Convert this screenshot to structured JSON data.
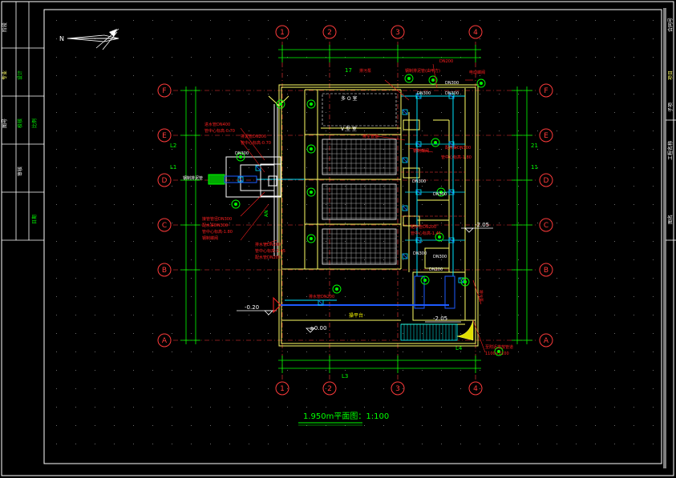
{
  "drawing": {
    "north_label": "N",
    "title_scale": "1.950m平面图：1:100",
    "colors": {
      "background": "#000000",
      "frame": "#ffffff",
      "axis": "#ff3b3b",
      "dimension": "#00ff00",
      "wall": "#ffff66",
      "pipe": "#00e5ff",
      "pipe_main": "#1e5bff",
      "annotation_red": "#ff2020",
      "annotation_green": "#00ff00",
      "stair": "#00ffff",
      "text_yellow": "#ffff00"
    },
    "grid_columns": [
      "1",
      "2",
      "3",
      "4"
    ],
    "grid_rows": [
      "F",
      "E",
      "D",
      "C",
      "B",
      "A"
    ],
    "dim_labels": {
      "top": "17",
      "bottom": "L3",
      "left_upper": "L2",
      "left_lower": "L1",
      "right_upper": "21",
      "right_lower": "11",
      "small": "L4"
    },
    "elevations": {
      "left": "-0.20",
      "right_mid": "-2.05",
      "bottom_mid": "-2.05",
      "center": "±0.00"
    },
    "room_labels": {
      "room_top": "多 O 室",
      "room_v": "V 型 室",
      "platform": "操平台",
      "pipe_tag": "AN"
    },
    "pipe_tags": [
      "DN300",
      "DN300",
      "DN300",
      "DN300",
      "DN300",
      "DN200",
      "DN300",
      "DN300",
      "DN300"
    ],
    "notes": {
      "n1": "进水管DN400",
      "n2": "管中心标高-0.70",
      "n3": "排泥管DN200",
      "n4": "管中心标高-0.70",
      "n5": "钢制排泥管",
      "n6": "接管管径DN300",
      "n7": "配水渠DN300",
      "n8": "管中心标高-1.80",
      "n9": "钢制蝶阀",
      "n10": "排水管DN200",
      "n11": "管中心标高-1.45",
      "n12": "配水管DN200",
      "n13": "排污泵",
      "n14": "1100×2100",
      "n15": "至附近排放管道",
      "n16": "钢制排泥管(由甲方)",
      "n17": "电动蝶阀",
      "n18": "排空管道",
      "n19": "DN200"
    },
    "title_block": {
      "col1": [
        "阶段",
        "专业",
        "图号"
      ],
      "col2": [
        "设计",
        "校核",
        "审核"
      ],
      "col3": [
        "比例",
        "日期"
      ],
      "right1": [
        "合同号",
        "项目",
        "子项"
      ],
      "right2": [
        "工程名称",
        "图名"
      ]
    }
  }
}
